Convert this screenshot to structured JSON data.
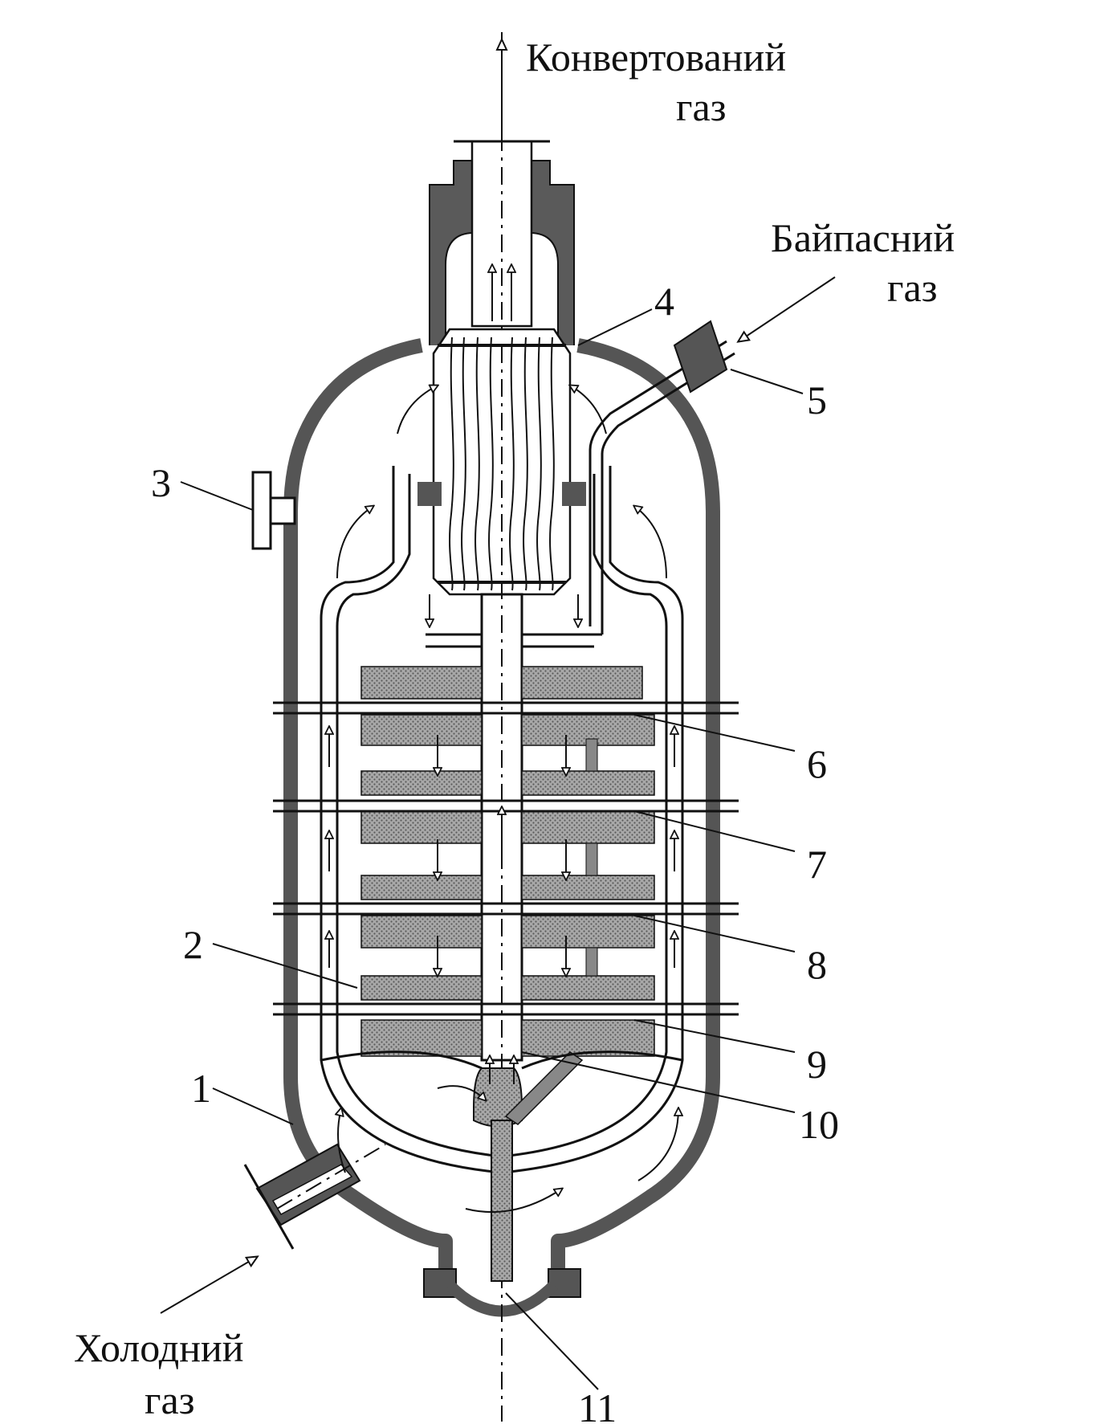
{
  "labels": {
    "outlet_line1": "Конвертований",
    "outlet_line2": "газ",
    "bypass_line1": "Байпасний",
    "bypass_line2": "газ",
    "cold_line1": "Холодний",
    "cold_line2": "газ"
  },
  "callouts": {
    "n1": "1",
    "n2": "2",
    "n3": "3",
    "n4": "4",
    "n5": "5",
    "n6": "6",
    "n7": "7",
    "n8": "8",
    "n9": "9",
    "n10": "10",
    "n11": "11"
  },
  "colors": {
    "ink": "#111111",
    "wall": "#555555",
    "catalyst": "#9a9a9a",
    "background": "#ffffff"
  }
}
